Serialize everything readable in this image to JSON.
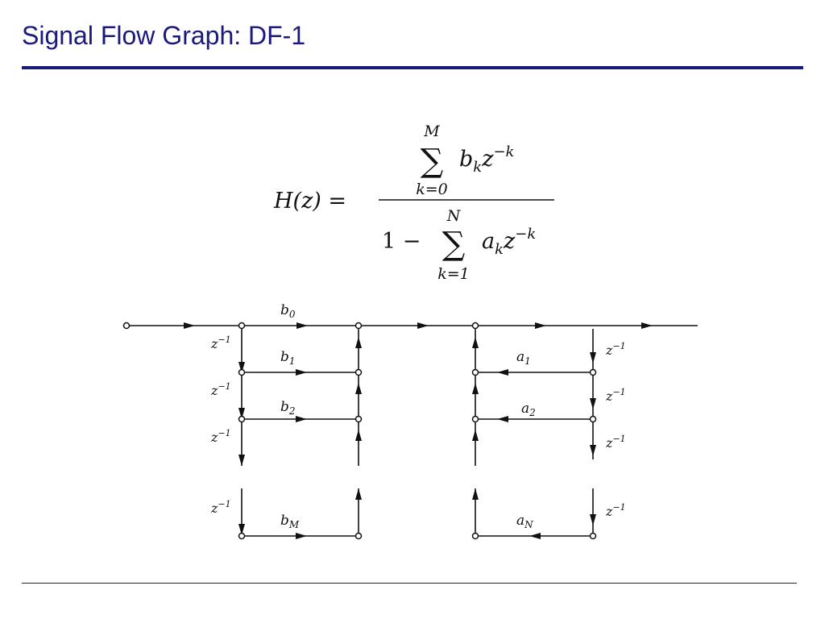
{
  "slide": {
    "title": "Signal Flow Graph: DF-1"
  },
  "formula": {
    "lhs": "H(z) =",
    "numerator": {
      "upper": "M",
      "sum": "∑",
      "lower": "k=0",
      "term_base": "b",
      "term_sub": "k",
      "term_var": "z",
      "term_exp": "−k"
    },
    "denominator": {
      "one": "1 −",
      "upper": "N",
      "sum": "∑",
      "lower": "k=1",
      "term_base": "a",
      "term_sub": "k",
      "term_var": "z",
      "term_exp": "−k"
    }
  },
  "graph": {
    "delay_base": "z",
    "delay_exp": "−1",
    "feedforward": [
      {
        "base": "b",
        "sub": "0"
      },
      {
        "base": "b",
        "sub": "1"
      },
      {
        "base": "b",
        "sub": "2"
      },
      {
        "base": "b",
        "sub": "M"
      }
    ],
    "feedback": [
      {
        "base": "a",
        "sub": "1"
      },
      {
        "base": "a",
        "sub": "2"
      },
      {
        "base": "a",
        "sub": "N"
      }
    ]
  }
}
